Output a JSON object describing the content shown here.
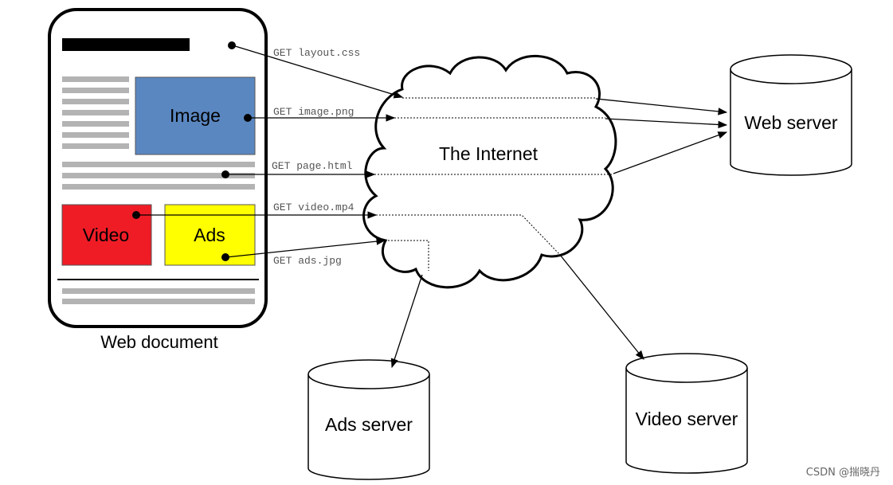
{
  "document": {
    "caption": "Web document",
    "image_label": "Image",
    "video_label": "Video",
    "ads_label": "Ads",
    "image_color": "#5b87c1",
    "video_color": "#ef1c26",
    "ads_color": "#ffff00"
  },
  "cloud": {
    "label": "The Internet"
  },
  "servers": {
    "web": "Web server",
    "ads": "Ads server",
    "video": "Video server"
  },
  "requests": [
    {
      "label": "GET layout.css",
      "source": "document-title-bar",
      "target": "Web server"
    },
    {
      "label": "GET image.png",
      "source": "image-block",
      "target": "Web server"
    },
    {
      "label": "GET page.html",
      "source": "document-text-area",
      "target": "Web server"
    },
    {
      "label": "GET video.mp4",
      "source": "video-block",
      "target": "Video server"
    },
    {
      "label": "GET ads.jpg",
      "source": "ads-block",
      "target": "Ads server"
    }
  ],
  "watermark": "CSDN @揣晓丹"
}
